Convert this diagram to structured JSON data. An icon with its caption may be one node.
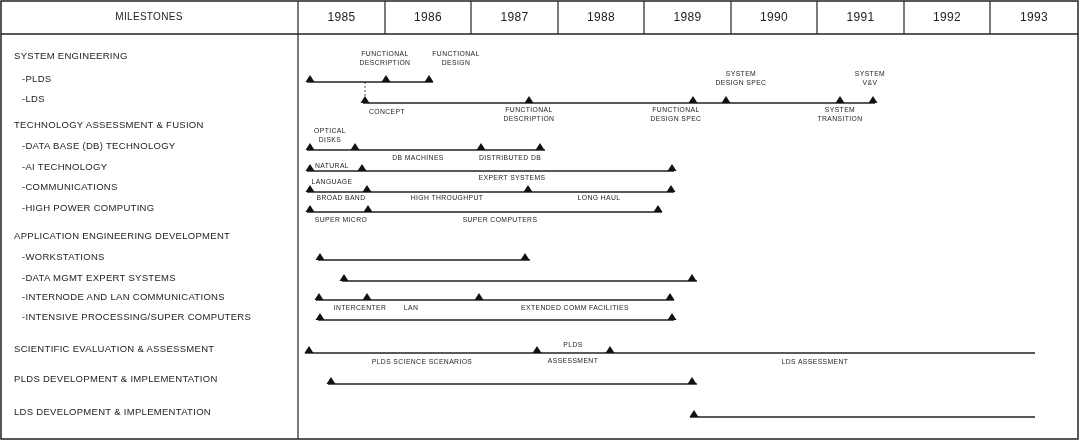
{
  "diagram": {
    "labels": [
      "MILESTONES",
      "1985",
      "1986",
      "1987",
      "1988",
      "1989",
      "1990",
      "1991",
      "1992",
      "1993",
      "SYSTEM ENGINEERING",
      "-PLDS",
      "-LDS",
      "TECHNOLOGY ASSESSMENT & FUSION",
      "-DATA BASE (DB) TECHNOLOGY",
      "-AI TECHNOLOGY",
      "-COMMUNICATIONS",
      "-HIGH POWER COMPUTING",
      "APPLICATION ENGINEERING DEVELOPMENT",
      "-WORKSTATIONS",
      "-DATA MGMT EXPERT SYSTEMS",
      "-INTERNODE AND LAN COMMUNICATIONS",
      "-INTENSIVE PROCESSING/SUPER COMPUTERS",
      "SCIENTIFIC EVALUATION & ASSESSMENT",
      "PLDS DEVELOPMENT & IMPLEMENTATION",
      "LDS DEVELOPMENT & IMPLEMENTATION",
      "FUNCTIONAL DESCRIPTION",
      "FUNCTIONAL DESIGN",
      "SYSTEM DESIGN SPEC",
      "SYSTEM V&V",
      "CONCEPT",
      "FUNCTIONAL DESCRIPTION",
      "FUNCTIONAL DESIGN SPEC",
      "SYSTEM TRANSITION",
      "OPTICAL DISKS",
      "DB MACHINES",
      "DISTRIBUTED DB",
      "NATURAL LANGUAGE",
      "EXPERT SYSTEMS",
      "BROAD BAND",
      "HIGH THROUGHPUT",
      "LONG HAUL",
      "SUPER MICRO",
      "SUPER COMPUTERS",
      "INTERCENTER",
      "LAN",
      "EXTENDED COMM FACILITIES",
      "PLDS ASSESSMENT",
      "PLDS SCIENCE SCENARIOS",
      "LDS ASSESSMENT"
    ]
  }
}
